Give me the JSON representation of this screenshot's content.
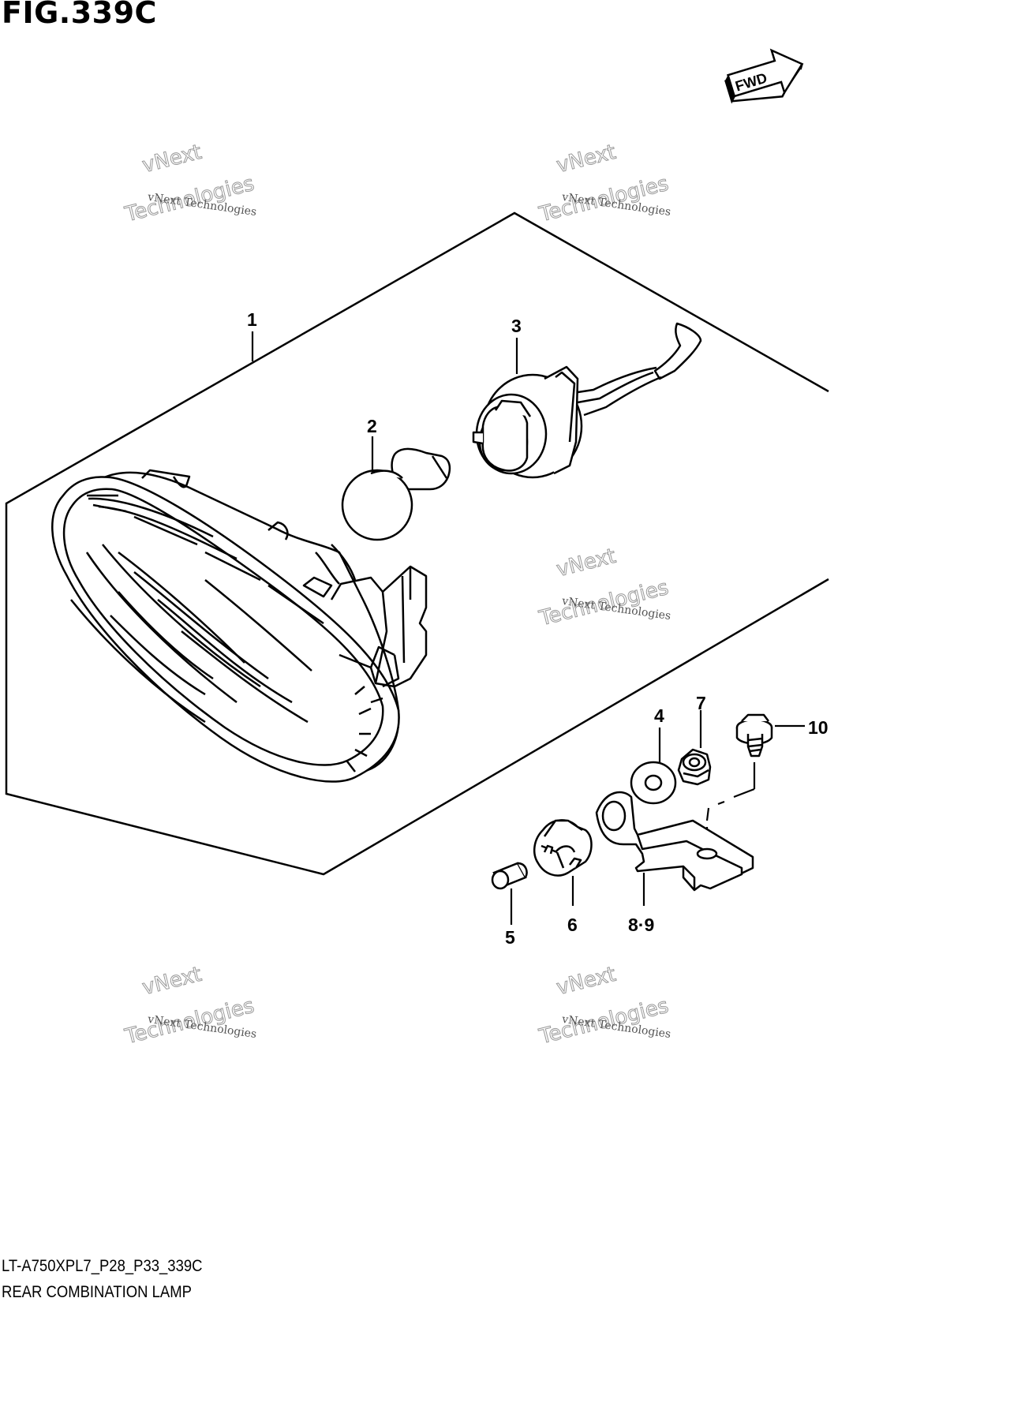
{
  "figure": {
    "title": "FIG.339C",
    "fwd_label": "FWD"
  },
  "callouts": [
    {
      "id": "c1",
      "label": "1"
    },
    {
      "id": "c2",
      "label": "2"
    },
    {
      "id": "c3",
      "label": "3"
    },
    {
      "id": "c4",
      "label": "4"
    },
    {
      "id": "c5",
      "label": "5"
    },
    {
      "id": "c6",
      "label": "6"
    },
    {
      "id": "c7",
      "label": "7"
    },
    {
      "id": "c89",
      "label": "8·9"
    },
    {
      "id": "c10",
      "label": "10"
    }
  ],
  "watermark": {
    "small": "vNext Technologies",
    "big_top": "vNext",
    "big_bottom": "Technologies"
  },
  "footer": {
    "code": "LT-A750XPL7_P28_P33_339C",
    "name": "REAR COMBINATION LAMP"
  }
}
